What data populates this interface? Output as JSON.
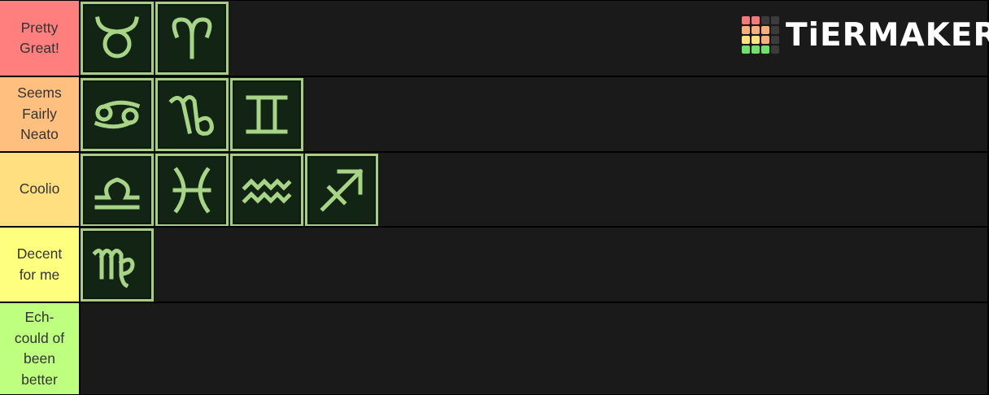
{
  "logo": {
    "text": "TiERMAKER",
    "grid_colors": [
      "#f27a7a",
      "#f27a7a",
      "#3b3b3b",
      "#3b3b3b",
      "#f4b07e",
      "#f4b07e",
      "#f4b07e",
      "#3b3b3b",
      "#fde27d",
      "#fde27d",
      "#f4b07e",
      "#3b3b3b",
      "#72df6f",
      "#72df6f",
      "#72df6f",
      "#3b3b3b"
    ]
  },
  "tiers": [
    {
      "label": "Pretty\nGreat!",
      "color": "#ff7f7f",
      "items": [
        "taurus-icon",
        "aries-icon"
      ]
    },
    {
      "label": "Seems\nFairly\nNeato",
      "color": "#ffbf7f",
      "items": [
        "cancer-icon",
        "capricorn-icon",
        "gemini-icon"
      ]
    },
    {
      "label": "Coolio",
      "color": "#ffdf7f",
      "items": [
        "libra-icon",
        "pisces-icon",
        "aquarius-icon",
        "sagittarius-icon"
      ]
    },
    {
      "label": "Decent\nfor me",
      "color": "#ffff7f",
      "items": [
        "virgo-icon"
      ]
    },
    {
      "label": "Ech-\ncould of\nbeen\nbetter",
      "color": "#bfff7f",
      "items": []
    }
  ]
}
